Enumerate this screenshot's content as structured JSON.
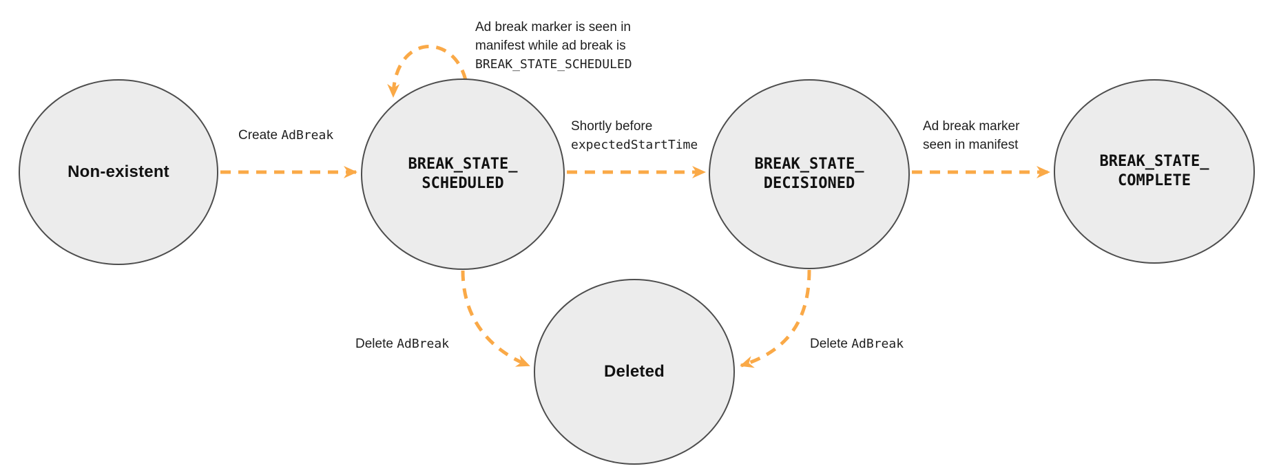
{
  "diagram": {
    "title_hint": "Ad break lifecycle state diagram",
    "colors": {
      "arrow": "#FAA947",
      "state_fill": "#ECECEC",
      "state_border": "#4D4D4D",
      "text": "#1F1F1F"
    },
    "states": [
      {
        "id": "non-existent",
        "label": "Non-existent",
        "style": "plain"
      },
      {
        "id": "break-state-scheduled",
        "label": "BREAK_STATE_\nSCHEDULED",
        "style": "code"
      },
      {
        "id": "break-state-decisioned",
        "label": "BREAK_STATE_\nDECISIONED",
        "style": "code"
      },
      {
        "id": "break-state-complete",
        "label": "BREAK_STATE_\nCOMPLETE",
        "style": "code"
      },
      {
        "id": "deleted",
        "label": "Deleted",
        "style": "plain"
      }
    ],
    "edges": [
      {
        "from": "non-existent",
        "to": "break-state-scheduled",
        "label_text": "Create ",
        "label_code": "AdBreak"
      },
      {
        "from": "break-state-scheduled",
        "to": "break-state-scheduled",
        "label_text": "Ad break marker is seen in\nmanifest while ad break is",
        "label_code": "BREAK_STATE_SCHEDULED"
      },
      {
        "from": "break-state-scheduled",
        "to": "break-state-decisioned",
        "label_text": "Shortly before",
        "label_code": "expectedStartTime"
      },
      {
        "from": "break-state-decisioned",
        "to": "break-state-complete",
        "label_text": "Ad break marker\nseen in manifest",
        "label_code": ""
      },
      {
        "from": "break-state-scheduled",
        "to": "deleted",
        "label_text": "Delete ",
        "label_code": "AdBreak"
      },
      {
        "from": "break-state-decisioned",
        "to": "deleted",
        "label_text": "Delete ",
        "label_code": "AdBreak"
      }
    ]
  }
}
